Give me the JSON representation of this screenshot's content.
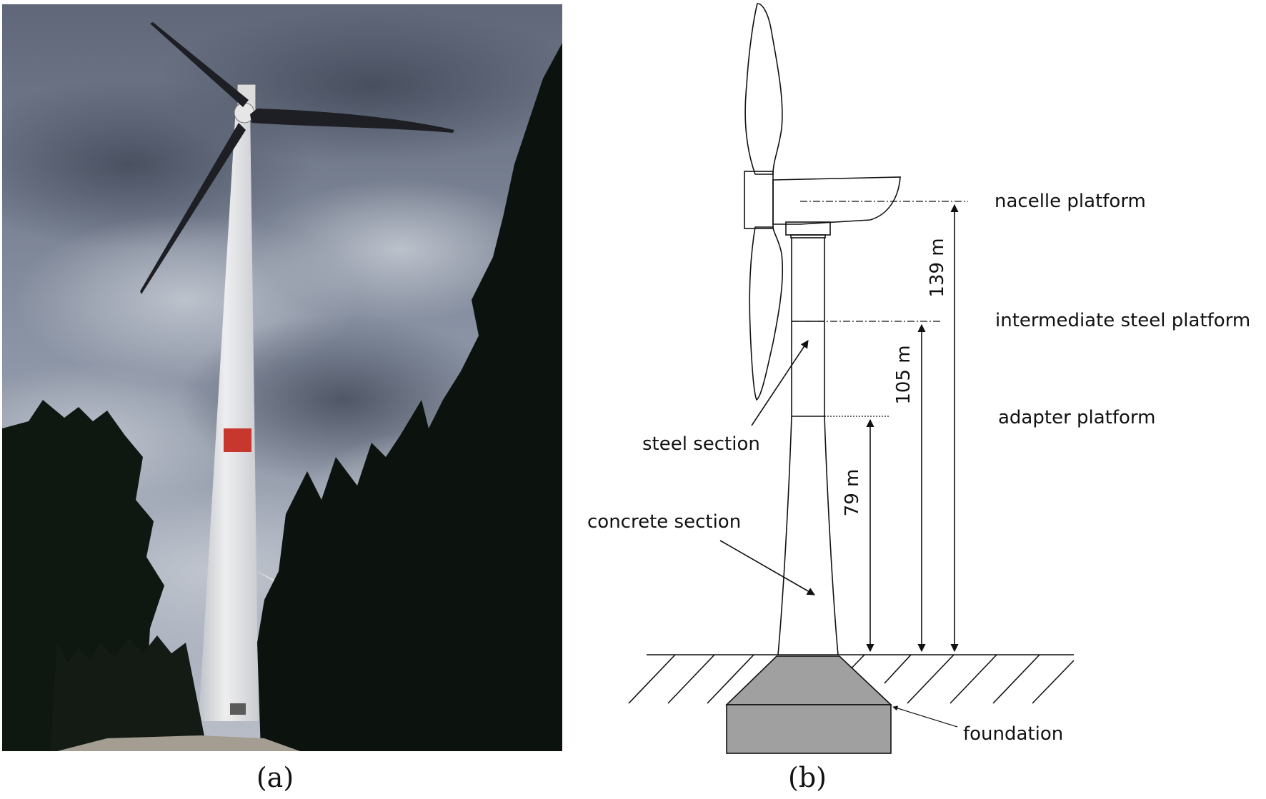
{
  "panels": {
    "a": {
      "caption": "(a)"
    },
    "b": {
      "caption": "(b)",
      "platforms": {
        "nacelle": "nacelle platform",
        "intermediate": "intermediate steel platform",
        "adapter": "adapter platform"
      },
      "heights": {
        "nacelle": "139 m",
        "intermediate": "105 m",
        "adapter": "79 m"
      },
      "sections": {
        "steel": "steel section",
        "concrete": "concrete section",
        "foundation": "foundation"
      }
    }
  },
  "colors": {
    "photo_sky": "#7a8496",
    "tower": "#e6e6e6",
    "tower_band": "#c8372e",
    "trees": "#101712",
    "foundation_fill": "#a0a0a0"
  }
}
